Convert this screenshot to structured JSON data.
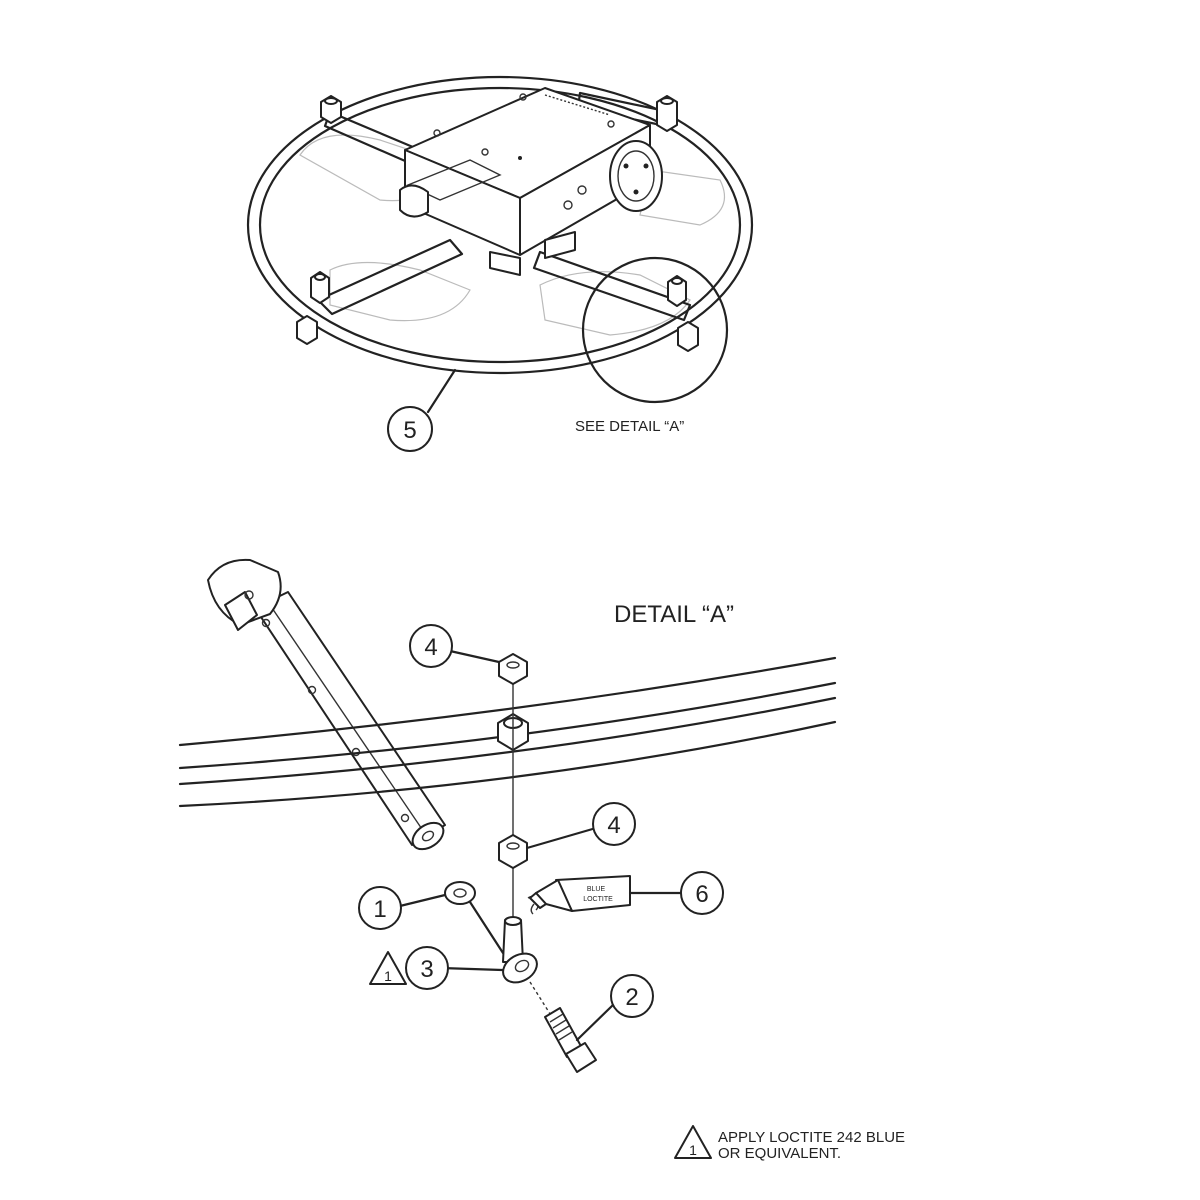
{
  "callouts": {
    "c1": "1",
    "c2": "2",
    "c3": "3",
    "c4a": "4",
    "c4b": "4",
    "c5": "5",
    "c6": "6"
  },
  "warning_symbol_number": "1",
  "note_symbol_number": "1",
  "see_detail": "SEE DETAIL “A”",
  "detail_title": "DETAIL “A”",
  "tube_label": {
    "line1": "BLUE",
    "line2": "LOCTITE"
  },
  "note": {
    "line1": "APPLY LOCTITE 242 BLUE",
    "line2": "OR EQUIVALENT."
  }
}
